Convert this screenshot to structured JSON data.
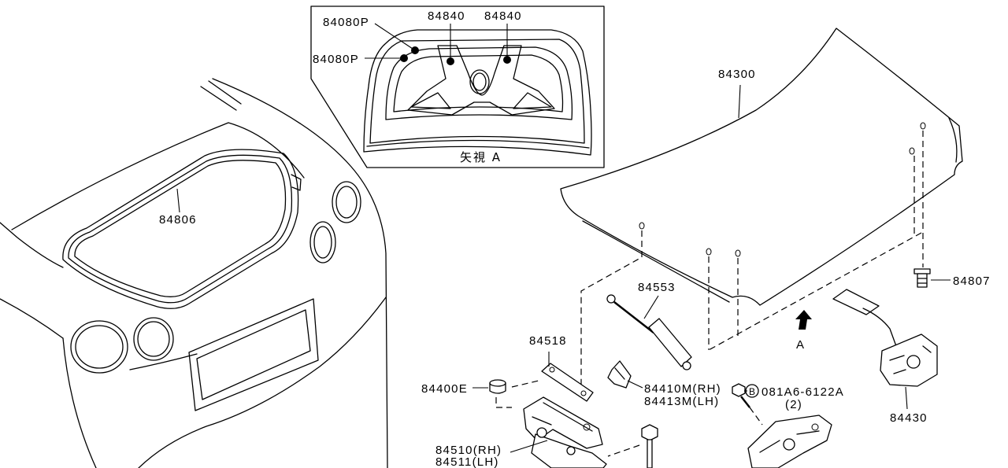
{
  "inset": {
    "p84080p_a": "84080P",
    "p84080p_b": "84080P",
    "p84840_a": "84840",
    "p84840_b": "84840",
    "view_caption": "矢視 A"
  },
  "labels": {
    "p84300": "84300",
    "p84806": "84806",
    "p84807": "84807",
    "p84553": "84553",
    "p84518": "84518",
    "p84400e": "84400E",
    "p84410m": "84410M(RH)",
    "p84413m": "84413M(LH)",
    "p84510": "84510(RH)",
    "p84511": "84511(LH)",
    "bolt_mark": "B",
    "bolt_part": "081A6-6122A",
    "bolt_qty": "(2)",
    "p84430": "84430",
    "view_arrow": "A"
  },
  "colors": {
    "line": "#000000",
    "background": "#ffffff"
  }
}
